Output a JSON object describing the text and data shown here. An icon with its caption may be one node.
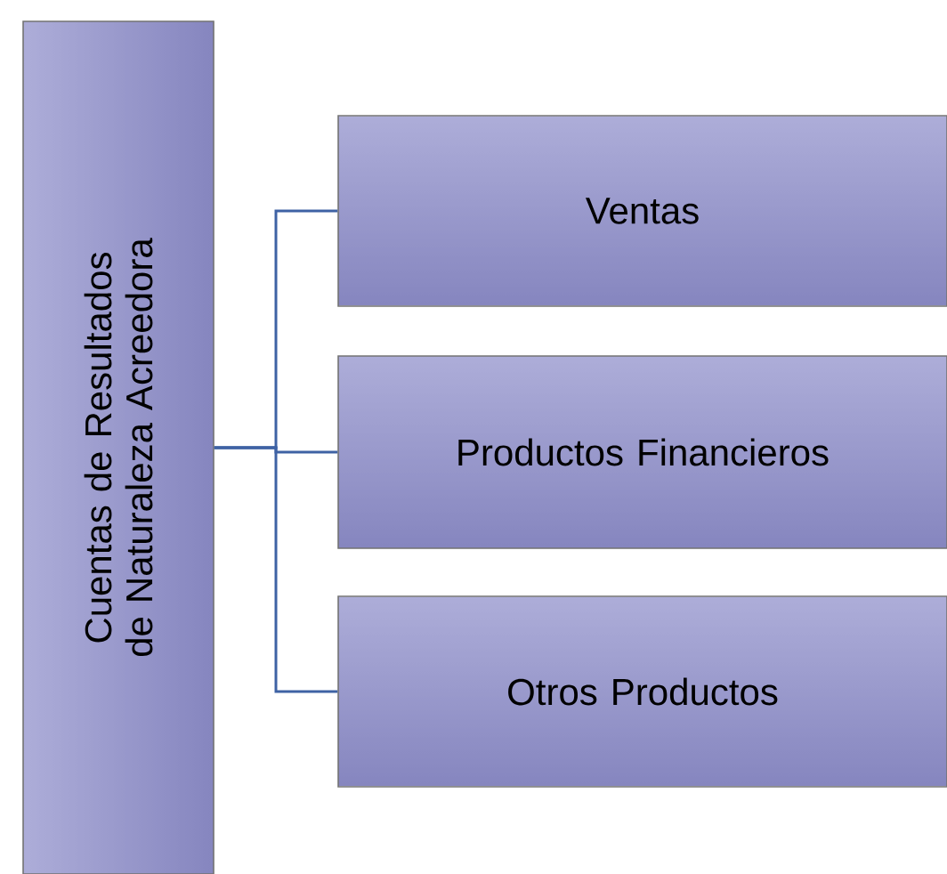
{
  "diagram": {
    "nodes": [
      {
        "text": [
          "Cuentas de Resultados de Naturaleza Acreedora"
        ]
      },
      {
        "text": [
          "Ventas"
        ]
      },
      {
        "text": [
          "Productos Financieros"
        ]
      },
      {
        "text": [
          "Otros Productos"
        ]
      }
    ],
    "edges": [
      {
        "from": 0,
        "to": 1,
        "arrow": "none"
      },
      {
        "from": 0,
        "to": 2,
        "arrow": "none"
      },
      {
        "from": 0,
        "to": 3,
        "arrow": "none"
      }
    ]
  }
}
